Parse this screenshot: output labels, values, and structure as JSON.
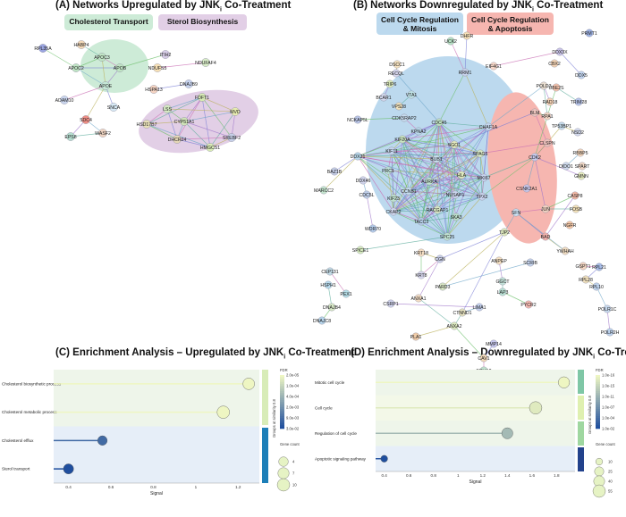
{
  "panels": {
    "a_title": "(A) Networks Upregulated by JNK",
    "a_sub": "i",
    "a_suffix": " Co-Treatment",
    "b_title": "(B) Networks Downregulated by JNK",
    "b_sub": "i",
    "b_suffix": " Co-Treatment",
    "c_title": "(C) Enrichment Analysis – Upregulated by JNK",
    "c_sub": "i",
    "c_suffix": " Co-Treatment",
    "d_title": "(D) Enrichment Analysis – Downregulated by JNK",
    "d_sub": "i",
    "d_suffix": " Co-Treatment"
  },
  "clusters": {
    "cholesterol_transport": "Cholesterol Transport",
    "sterol_biosynthesis": "Sterol Biosynthesis",
    "mitosis_line1": "Cell Cycle Regulation",
    "mitosis_line2": "& Mitosis",
    "apoptosis_line1": "Cell Cycle Regulation",
    "apoptosis_line2": "& Apoptosis"
  },
  "colors": {
    "green_cluster": "#cdebd7",
    "purple_cluster": "#e2cfe6",
    "blue_cluster": "#bcd9ee",
    "red_cluster": "#f6b6b0",
    "band_light": "#eef5ea",
    "band_blue": "#e6eef8",
    "fdr_low": "#1f4e9e",
    "fdr_high": "#eef6c2"
  },
  "network_a_nodes": [
    "HABP4",
    "RPL35A",
    "APOC3",
    "APOC2",
    "APOB",
    "ITIH2",
    "NDUFS5",
    "NDUFAF4",
    "DNAJB9",
    "HSPA13",
    "APOE",
    "ADAM10",
    "SNCA",
    "SDC4",
    "EPS8",
    "WASF2",
    "FDFT1",
    "MVD",
    "LSS",
    "CYP51A1",
    "HSD17B7",
    "SREBF2",
    "DHCR24",
    "HMGCS1"
  ],
  "network_b_nodes": [
    "UCK2",
    "DHFR",
    "PRMT1",
    "DDX3X",
    "CBX2",
    "DSCC1",
    "RECQL",
    "RRM1",
    "EIF4G1",
    "UBE2S",
    "DDX5",
    "TRIP6",
    "VTA1",
    "BCAR1",
    "VPS28",
    "NCKAP5L",
    "CDK5RAP2",
    "KPNA2",
    "CDC45",
    "POLD3",
    "RAD18",
    "TRIM28",
    "BLM",
    "RPA1",
    "TP53BP1",
    "NSD2",
    "DDX21",
    "BAZ1B",
    "MARCC2",
    "DDX46",
    "CLSPN",
    "RBBP5",
    "CDK2",
    "DIDO1",
    "SPART",
    "GMNN",
    "CDC5L",
    "CASP8",
    "CSNK2A1",
    "WDR70",
    "JUN",
    "FOSB",
    "SFN",
    "NGFR",
    "SPICE1",
    "KRT18",
    "SPC25",
    "BAD",
    "YWHAH",
    "TJP2",
    "CEP131",
    "KRT8",
    "CGN",
    "ANPEP",
    "HSPH1",
    "PEX1",
    "PARD3",
    "SCRIB",
    "GSPT1",
    "RPL21",
    "DNAJB4",
    "ANXA1",
    "GGCT",
    "LAP3",
    "RPL28",
    "RPL10",
    "DNAJC8",
    "CSRP1",
    "CTNND1",
    "LIMA1",
    "PYCR2",
    "POLR1C",
    "ANXA2",
    "MMP14",
    "PLA1",
    "CAV1",
    "POLR2H",
    "EPHA2",
    "TACC3",
    "SKA3",
    "KIF11",
    "CKAP2",
    "KIF23",
    "HLA",
    "CCNB1",
    "PRC1",
    "TPX2",
    "KIF20A",
    "RACGAP1",
    "MKI67",
    "SGO1",
    "CHAF1A",
    "SPAG5",
    "BUB1",
    "AURKA",
    "NUSAP1"
  ],
  "legend_c": {
    "fdr_title": "FDR",
    "fdr_ticks": [
      "2.0e-05",
      "1.0e-04",
      "4.0e-04",
      "2.0e-03",
      "9.0e-03",
      "3.0e-02"
    ],
    "count_title": "Gene count",
    "count_ticks": [
      "4",
      "7",
      "10"
    ],
    "group_label": "Groups at similarity 0.8"
  },
  "legend_d": {
    "fdr_title": "FDR",
    "fdr_ticks": [
      "1.0e-16",
      "1.0e-15",
      "1.0e-11",
      "1.0e-07",
      "1.0e-04",
      "1.0e-02"
    ],
    "count_title": "Gene count",
    "count_ticks": [
      "10",
      "25",
      "40",
      "55"
    ],
    "group_label": "Groups at similarity 0.8"
  },
  "chart_data": [
    {
      "type": "scatter",
      "title": "(C) Enrichment Analysis – Upregulated by JNKi Co-Treatment",
      "xlabel": "Signal",
      "ylabel": "",
      "x_ticks": [
        0.4,
        0.6,
        0.8,
        1.0,
        1.2
      ],
      "xlim": [
        0.33,
        1.3
      ],
      "categories": [
        "Cholesterol biosynthetic process",
        "Cholesterol metabolic process",
        "Cholesterol efflux",
        "Sterol transport"
      ],
      "signal": [
        1.25,
        1.13,
        0.56,
        0.4
      ],
      "fdr": [
        2e-05,
        2e-05,
        0.009,
        0.03
      ],
      "gene_count": [
        8,
        10,
        4,
        5
      ],
      "groups": [
        1,
        1,
        2,
        2
      ]
    },
    {
      "type": "scatter",
      "title": "(D) Enrichment Analysis – Downregulated by JNKi Co-Treatment",
      "xlabel": "Signal",
      "ylabel": "",
      "x_ticks": [
        0.4,
        0.6,
        0.8,
        1.0,
        1.2,
        1.4,
        1.6,
        1.8
      ],
      "xlim": [
        0.33,
        1.95
      ],
      "categories": [
        "Mitotic cell cycle",
        "Cell cycle",
        "Regulation of cell cycle",
        "Apoptotic signaling pathway"
      ],
      "signal": [
        1.86,
        1.63,
        1.4,
        0.4
      ],
      "fdr": [
        1e-16,
        1e-15,
        1e-11,
        0.01
      ],
      "gene_count": [
        42,
        55,
        40,
        10
      ],
      "groups": [
        1,
        2,
        3,
        4
      ]
    }
  ]
}
